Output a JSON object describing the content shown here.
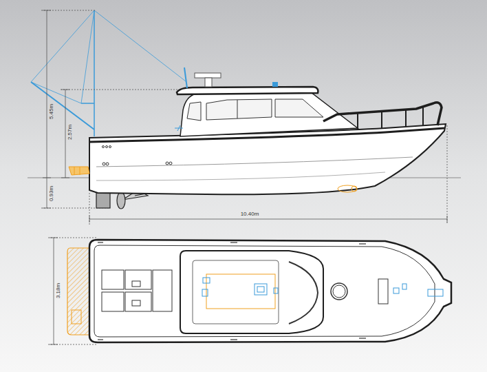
{
  "diagram": {
    "labels": [
      "5.45m",
      "2.57m",
      "0.93m",
      "10.40m",
      "3.18m"
    ]
  }
}
